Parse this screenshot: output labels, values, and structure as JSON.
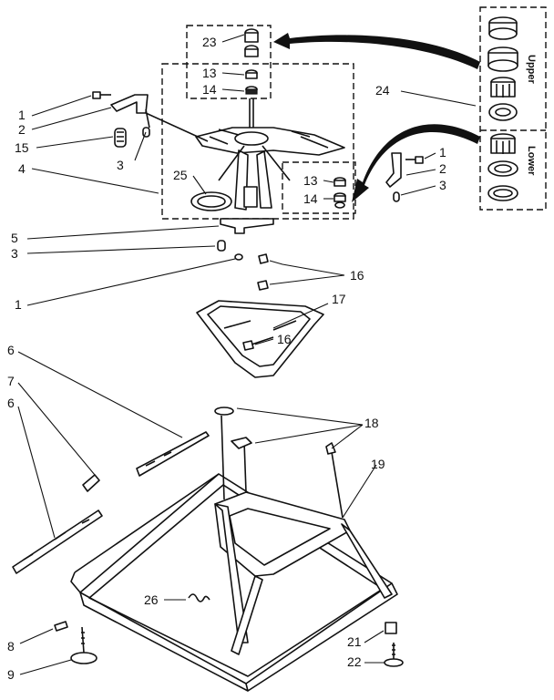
{
  "callouts": {
    "c1a": "1",
    "c2a": "2",
    "c15": "15",
    "c3a": "3",
    "c4": "4",
    "c23": "23",
    "c13a": "13",
    "c14a": "14",
    "c25": "25",
    "c13b": "13",
    "c14b": "14",
    "c1b": "1",
    "c2b": "2",
    "c3b": "3",
    "c24": "24",
    "c5": "5",
    "c3c": "3",
    "c1c": "1",
    "c16a": "16",
    "c17": "17",
    "c16b": "16",
    "c6a": "6",
    "c7": "7",
    "c6b": "6",
    "c18": "18",
    "c19": "19",
    "c26": "26",
    "c8": "8",
    "c9": "9",
    "c21": "21",
    "c22": "22"
  },
  "bearing_panel": {
    "upper_label": "Upper",
    "lower_label": "Lower"
  }
}
